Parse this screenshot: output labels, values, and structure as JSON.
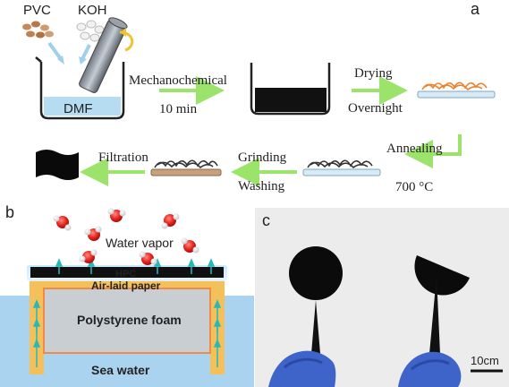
{
  "panel_a": {
    "letter": "a",
    "reagent_left": "PVC",
    "reagent_right": "KOH",
    "solvent": "DMF",
    "step1_label": "Mechanochemical",
    "step1_time": "10 min",
    "step2_label": "Drying",
    "step2_time": "Overnight",
    "step3_label": "Annealing",
    "step3_temp": "700 °C",
    "step4_label1": "Grinding",
    "step4_label2": "Washing",
    "step5_label": "Filtration"
  },
  "panel_b": {
    "letter": "b",
    "vapor_label": "Water vapor",
    "hpc_label": "HPC",
    "paper_label": "Air-laid paper",
    "foam_label": "Polystyrene foam",
    "water_label": "Sea water"
  },
  "panel_c": {
    "letter": "c",
    "scale_label": "10cm"
  },
  "colors": {
    "arrow_green": "#9be36a",
    "arrow_blue": "#9ed0ea",
    "sea_water": "#a9d3ee",
    "foam": "#c9ced3",
    "paper": "#f4c05a",
    "hpc": "#111111",
    "molecule_oxygen": "#e8241f",
    "photo_bg": "#ececec",
    "glove_blue": "#3e63c9"
  }
}
